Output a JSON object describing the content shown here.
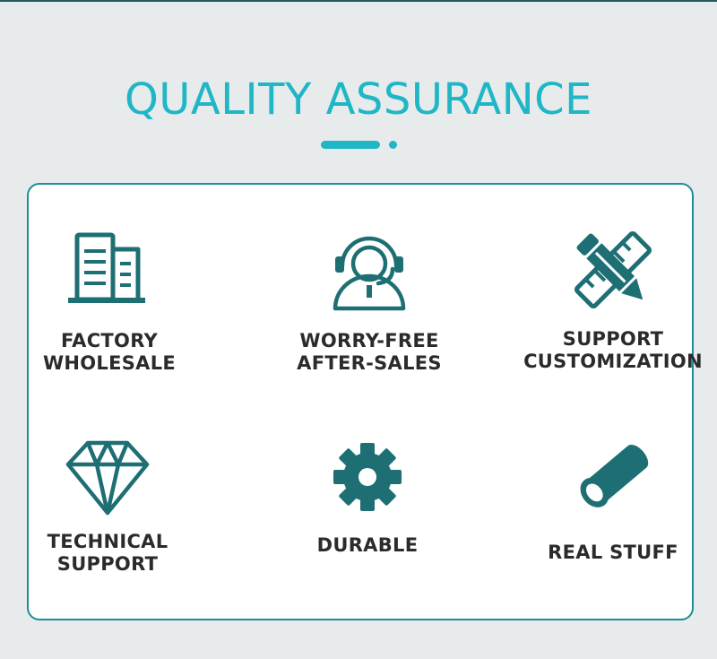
{
  "title": "QUALITY ASSURANCE",
  "accent_color": "#1fb6c6",
  "icon_color": "#1e6f74",
  "features": [
    {
      "icon": "factory-building-icon",
      "line1": "FACTORY",
      "line2": "WHOLESALE"
    },
    {
      "icon": "customer-service-headset-icon",
      "line1": "WORRY-FREE",
      "line2": "AFTER-SALES"
    },
    {
      "icon": "pencil-ruler-icon",
      "line1": "SUPPORT",
      "line2": "CUSTOMIZATION"
    },
    {
      "icon": "diamond-icon",
      "line1": "TECHNICAL",
      "line2": "SUPPORT"
    },
    {
      "icon": "gear-icon",
      "line1": "DURABLE",
      "line2": ""
    },
    {
      "icon": "pipe-icon",
      "line1": "REAL STUFF",
      "line2": ""
    }
  ]
}
